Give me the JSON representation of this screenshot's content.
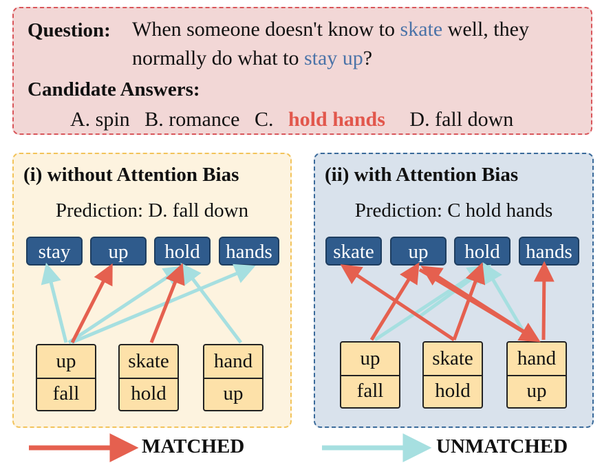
{
  "question": {
    "label": "Question:",
    "line1_pre": "When someone doesn't know to ",
    "line1_hl": "skate",
    "line1_post": " well, they",
    "line2_pre": "normally do what to ",
    "line2_hl": "stay up",
    "line2_post": "?"
  },
  "candidates": {
    "label": "Candidate Answers:",
    "a": "A. spin",
    "b": "B. romance",
    "c_prefix": "C. ",
    "c_answer": "hold hands",
    "d": "D. fall down"
  },
  "left": {
    "title": "(i) without Attention Bias",
    "prediction": "Prediction: D. fall down",
    "tokens": [
      "stay",
      "up",
      "hold",
      "hands"
    ],
    "stacks": [
      {
        "top": "up",
        "bottom": "fall"
      },
      {
        "top": "skate",
        "bottom": "hold"
      },
      {
        "top": "hand",
        "bottom": "up"
      }
    ]
  },
  "right": {
    "title": "(ii) with Attention Bias",
    "prediction": "Prediction: C hold hands",
    "tokens": [
      "skate",
      "up",
      "hold",
      "hands"
    ],
    "stacks": [
      {
        "top": "up",
        "bottom": "fall"
      },
      {
        "top": "skate",
        "bottom": "hold"
      },
      {
        "top": "hand",
        "bottom": "up"
      }
    ]
  },
  "legend": {
    "matched": "MATCHED",
    "unmatched": "UNMATCHED"
  },
  "colors": {
    "matched": "#e5604f",
    "unmatched": "#a6dfe0",
    "token_fill": "#2f5b8c",
    "highlight_blue": "#4b73a8",
    "answer_red": "#e2574c"
  }
}
